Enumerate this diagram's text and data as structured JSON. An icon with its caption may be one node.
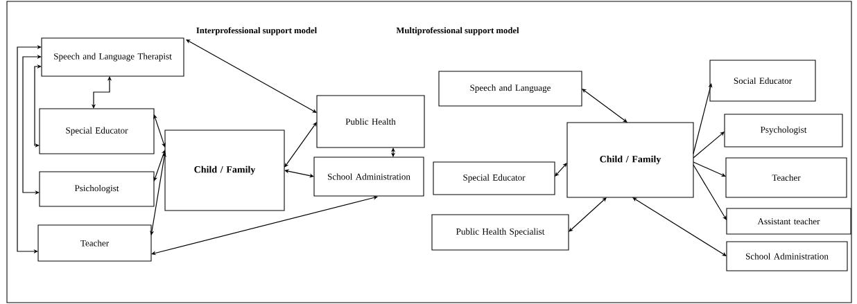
{
  "diagram": {
    "nodes": [
      {
        "text": [
          "Speech and Language Therapist"
        ]
      },
      {
        "text": [
          "Special Educator"
        ]
      },
      {
        "text": [
          "Psichologist"
        ]
      },
      {
        "text": [
          "Teacher"
        ]
      },
      {
        "text": [
          "Child / Family"
        ]
      },
      {
        "text": [
          "Public Health"
        ]
      },
      {
        "text": [
          "School Administration"
        ]
      },
      {
        "text": [
          "Speech and Language"
        ]
      },
      {
        "text": [
          "Special Educator"
        ]
      },
      {
        "text": [
          "Public Health Specialist"
        ]
      },
      {
        "text": [
          "Child / Family"
        ]
      },
      {
        "text": [
          "Social Educator"
        ]
      },
      {
        "text": [
          "Psychologist"
        ]
      },
      {
        "text": [
          "Teacher"
        ]
      },
      {
        "text": [
          "Assistant teacher"
        ]
      },
      {
        "text": [
          "School Administration"
        ]
      }
    ],
    "edges": [
      {
        "from": 3,
        "to": 0,
        "arrow": "both"
      },
      {
        "from": 2,
        "to": 0,
        "arrow": "both"
      },
      {
        "from": 1,
        "to": 0,
        "arrow": "both"
      },
      {
        "from": 0,
        "to": 1,
        "arrow": "both"
      },
      {
        "from": 1,
        "to": 4,
        "arrow": "both"
      },
      {
        "from": 2,
        "to": 4,
        "arrow": "both"
      },
      {
        "from": 3,
        "to": 4,
        "arrow": "both"
      },
      {
        "from": 0,
        "to": 5,
        "arrow": "both"
      },
      {
        "from": 4,
        "to": 5,
        "arrow": "both"
      },
      {
        "from": 4,
        "to": 6,
        "arrow": "both"
      },
      {
        "from": 5,
        "to": 6,
        "arrow": "both"
      },
      {
        "from": 3,
        "to": 6,
        "arrow": "both"
      },
      {
        "from": 7,
        "to": 10,
        "arrow": "both"
      },
      {
        "from": 8,
        "to": 10,
        "arrow": "both"
      },
      {
        "from": 9,
        "to": 10,
        "arrow": "both"
      },
      {
        "from": 10,
        "to": 11,
        "arrow": "to"
      },
      {
        "from": 10,
        "to": 12,
        "arrow": "to"
      },
      {
        "from": 10,
        "to": 13,
        "arrow": "to"
      },
      {
        "from": 10,
        "to": 14,
        "arrow": "to"
      },
      {
        "from": 10,
        "to": 15,
        "arrow": "both"
      }
    ],
    "labels": [
      "Interprofessional support model",
      "Multiprofessional support model"
    ]
  }
}
